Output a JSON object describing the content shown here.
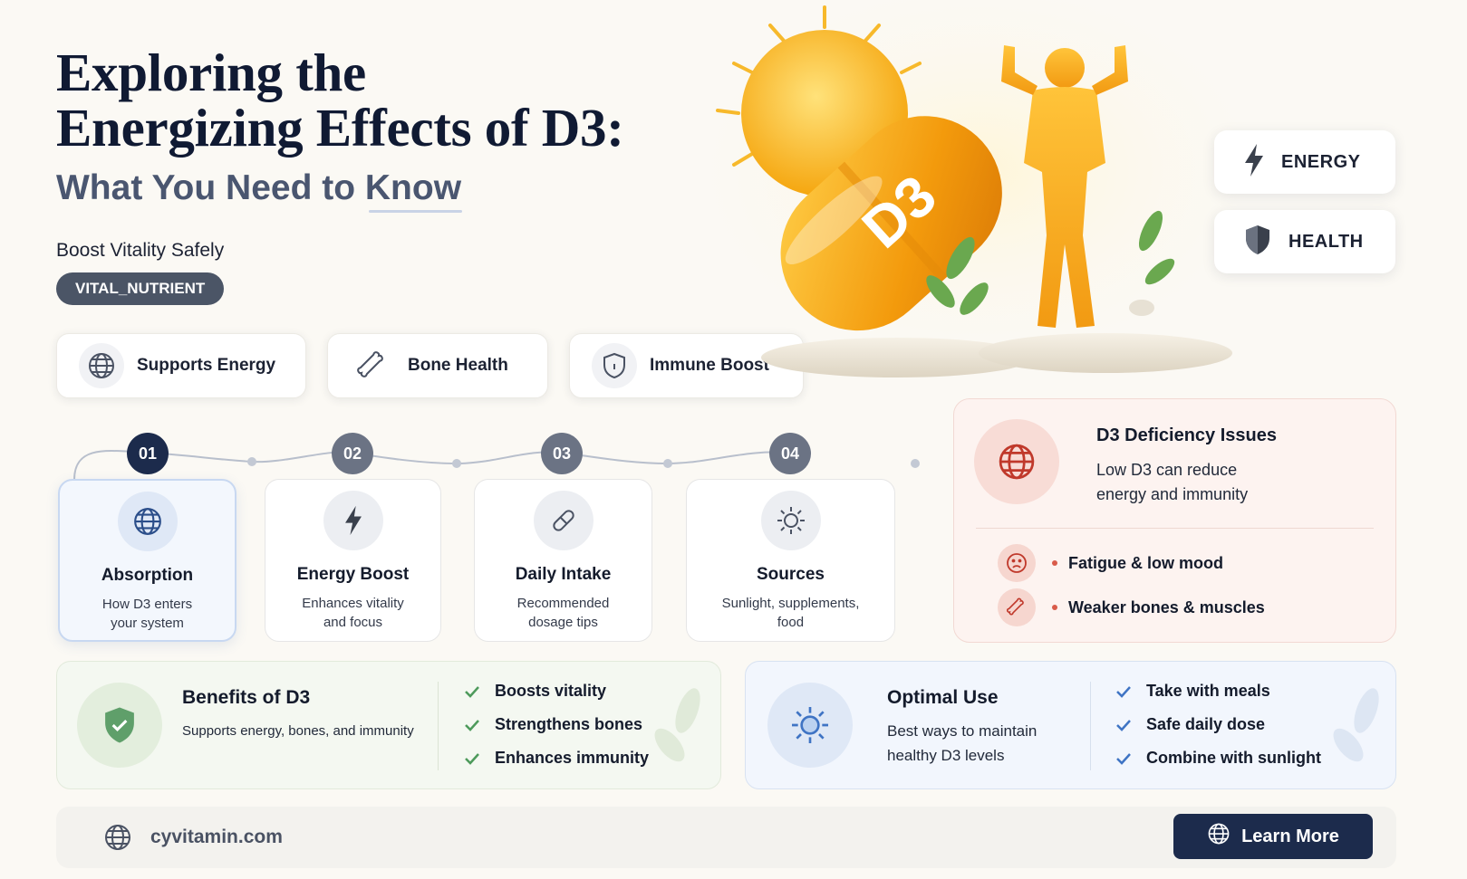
{
  "hero": {
    "title_line1": "Exploring the",
    "title_line2": "Energizing Effects of D3:",
    "subtitle": "What You Need to Know",
    "tagline": "Boost Vitality Safely",
    "pill": "VITAL_NUTRIENT",
    "capsule_text": "D3"
  },
  "chips": [
    {
      "label": "Supports Energy",
      "icon": "globe-icon"
    },
    {
      "label": "Bone Health",
      "icon": "bone-icon"
    },
    {
      "label": "Immune Boost",
      "icon": "shield-icon"
    }
  ],
  "badges": [
    {
      "label": "ENERGY",
      "icon": "lightning-icon"
    },
    {
      "label": "HEALTH",
      "icon": "shield-icon"
    }
  ],
  "steps": [
    {
      "num": "01",
      "title": "Absorption",
      "desc_line1": "How D3 enters",
      "desc_line2": "your system",
      "icon": "globe-icon"
    },
    {
      "num": "02",
      "title": "Energy Boost",
      "desc_line1": "Enhances vitality",
      "desc_line2": "and focus",
      "icon": "lightning-icon"
    },
    {
      "num": "03",
      "title": "Daily Intake",
      "desc_line1": "Recommended",
      "desc_line2": "dosage tips",
      "icon": "pill-icon"
    },
    {
      "num": "04",
      "title": "Sources",
      "desc_line1": "Sunlight, supplements,",
      "desc_line2": "food",
      "icon": "sun-icon"
    }
  ],
  "deficiency": {
    "title": "D3 Deficiency Issues",
    "desc": "Low D3 can reduce energy and immunity",
    "items": [
      {
        "label": "Fatigue & low mood",
        "icon": "sad-face-icon"
      },
      {
        "label": "Weaker bones & muscles",
        "icon": "bone-icon"
      }
    ]
  },
  "benefits": {
    "title": "Benefits of D3",
    "desc": "Supports energy, bones, and immunity",
    "items": [
      "Boosts vitality",
      "Strengthens bones",
      "Enhances immunity"
    ]
  },
  "optimal": {
    "title": "Optimal Use",
    "desc_line1": "Best ways to maintain",
    "desc_line2": "healthy D3 levels",
    "items": [
      "Take with meals",
      "Safe daily dose",
      "Combine with sunlight"
    ]
  },
  "footer": {
    "url": "cyvitamin.com",
    "cta": "Learn More"
  },
  "colors": {
    "navy": "#1c2b4c",
    "gold": "#f3a416",
    "green": "#5f9f6a",
    "blue": "#3f74c4",
    "red": "#d95b4a"
  }
}
